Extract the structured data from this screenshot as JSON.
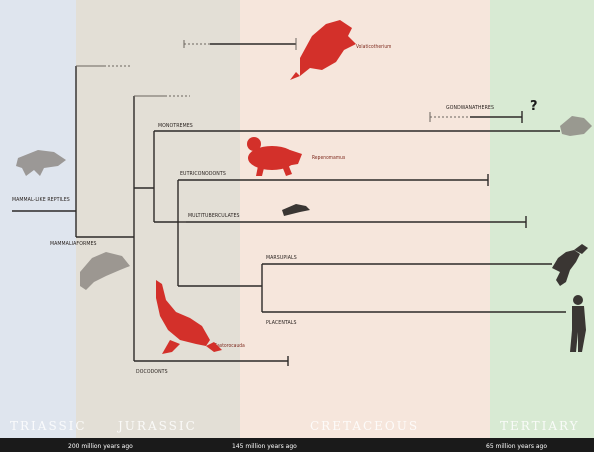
{
  "periods": [
    {
      "label": "TRIASSIC",
      "color": "#dfe5ee"
    },
    {
      "label": "JURASSIC",
      "color": "#e3dfd6"
    },
    {
      "label": "CRETACEOUS",
      "color": "#f6e6dc"
    },
    {
      "label": "TERTIARY",
      "color": "#d8ead3"
    }
  ],
  "time_labels": [
    "200 million years ago",
    "145 million years ago",
    "65 million years ago"
  ],
  "taxa": {
    "mammal_like_reptiles": "MAMMAL-LIKE REPTILES",
    "mammaliaformes": "MAMMALIAFORMES",
    "volaticotherium": "Volaticotherium",
    "gondwanatheres": "GONDWANATHERES",
    "question_mark": "?",
    "monotremes": "MONOTREMES",
    "repenomamus": "Repenomamus",
    "eutriconodonts": "EUTRICONODONTS",
    "multituberculates": "MULTITUBERCULATES",
    "marsupials": "MARSUPIALS",
    "placentals": "PLACENTALS",
    "castorocauda": "Castorocauda",
    "docodonts": "DOCODONTS"
  },
  "colors": {
    "highlight_red": "#d3302a",
    "branch": "#2d2a28",
    "silhouette": "#3a3633"
  }
}
